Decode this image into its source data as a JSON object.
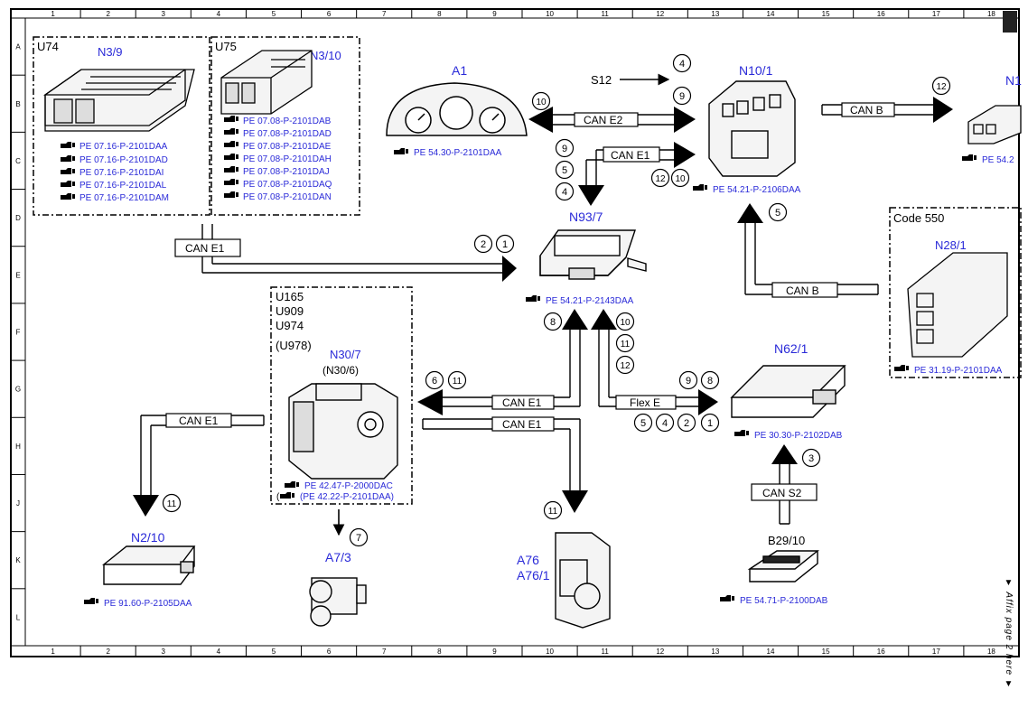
{
  "columns": [
    "1",
    "2",
    "3",
    "4",
    "5",
    "6",
    "7",
    "8",
    "9",
    "10",
    "11",
    "12",
    "13",
    "14",
    "15",
    "16",
    "17",
    "18"
  ],
  "rows": [
    "A",
    "B",
    "C",
    "D",
    "E",
    "F",
    "G",
    "H",
    "J",
    "K",
    "L"
  ],
  "groups": {
    "u74": {
      "code": "U74",
      "component": "N3/9",
      "refs": [
        "PE 07.16-P-2101DAA",
        "PE 07.16-P-2101DAD",
        "PE 07.16-P-2101DAI",
        "PE 07.16-P-2101DAL",
        "PE 07.16-P-2101DAM"
      ]
    },
    "u75": {
      "code": "U75",
      "component": "N3/10",
      "refs": [
        "PE 07.08-P-2101DAB",
        "PE 07.08-P-2101DAD",
        "PE 07.08-P-2101DAE",
        "PE 07.08-P-2101DAH",
        "PE 07.08-P-2101DAJ",
        "PE 07.08-P-2101DAQ",
        "PE 07.08-P-2101DAN"
      ]
    },
    "u165": {
      "codes": [
        "U165",
        "U909",
        "U974",
        "(U978)"
      ],
      "component": "N30/7",
      "alt": "(N30/6)",
      "refs": [
        "PE 42.47-P-2000DAC",
        "(PE 42.22-P-2101DAA)"
      ]
    },
    "code550": {
      "code": "Code 550",
      "component": "N28/1",
      "ref": "PE 31.19-P-2101DAA"
    }
  },
  "components": {
    "a1": {
      "id": "A1",
      "ref": "PE 54.30-P-2101DAA"
    },
    "n10_1": {
      "id": "N10/1",
      "ref": "PE 54.21-P-2106DAA"
    },
    "n1x": {
      "id": "N1",
      "ref": "PE 54.2"
    },
    "n93_7": {
      "id": "N93/7",
      "ref": "PE 54.21-P-2143DAA"
    },
    "n62_1": {
      "id": "N62/1",
      "ref": "PE 30.30-P-2102DAB"
    },
    "n2_10": {
      "id": "N2/10",
      "ref": "PE 91.60-P-2105DAA"
    },
    "a7_3": {
      "id": "A7/3"
    },
    "a76": {
      "id": "A76",
      "id2": "A76/1"
    },
    "b29_10": {
      "id": "B29/10",
      "ref": "PE 54.71-P-2100DAB"
    },
    "s12": {
      "id": "S12"
    }
  },
  "buses": {
    "can_e2": "CAN E2",
    "can_e1_top": "CAN E1",
    "can_b_top": "CAN B",
    "can_e1_left": "CAN E1",
    "can_b_right": "CAN B",
    "can_e1_mid": "CAN E1",
    "can_e1_mid2": "CAN E1",
    "flex_e": "Flex E",
    "can_e1_n2": "CAN E1",
    "can_s2": "CAN S2"
  },
  "markers": {
    "s12": "4",
    "a1": "10",
    "n10_in": "9",
    "n10_left": [
      "9",
      "5",
      "4"
    ],
    "n10_right": "12",
    "n10_bot": [
      "12",
      "10"
    ],
    "n93_in": [
      "2",
      "1"
    ],
    "n10_down": "5",
    "n93_down_left": "8",
    "n93_down_right": [
      "10",
      "11",
      "12"
    ],
    "g_left": [
      "6",
      "11"
    ],
    "n62_in": [
      "9",
      "8"
    ],
    "flex_bot": [
      "5",
      "4",
      "2",
      "1"
    ],
    "n2_10": "11",
    "a7_3": "7",
    "a76": "11",
    "b29": "3"
  },
  "side_note": "▼ Affix page 2 here ▼"
}
